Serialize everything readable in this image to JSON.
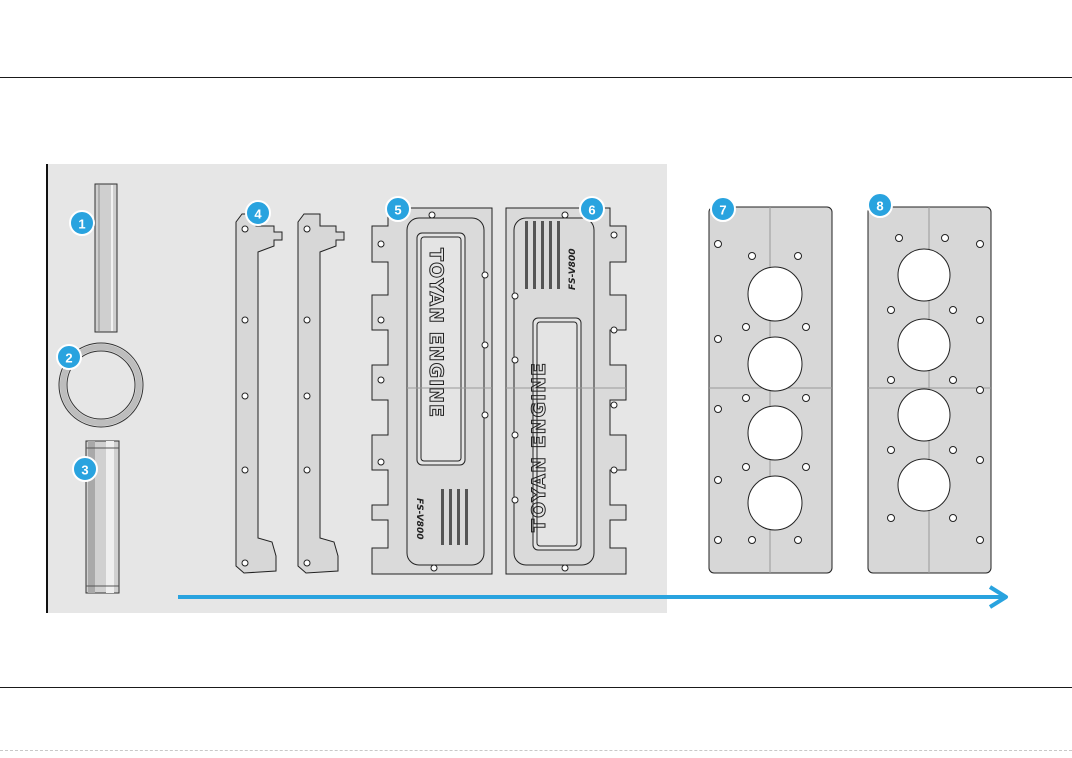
{
  "colors": {
    "background": "#ffffff",
    "panel": "#e6e6e6",
    "part": "#d7d7d7",
    "outline": "#222222",
    "accent_blue": "#29a3df",
    "badge_border": "#ffffff"
  },
  "icons": {
    "arrow": "right-arrow-icon",
    "badge": "numbered-circle-badge"
  },
  "parts": [
    {
      "label": "1",
      "name": "slim rod"
    },
    {
      "label": "2",
      "name": "ring gasket"
    },
    {
      "label": "3",
      "name": "thick rod"
    },
    {
      "label": "4",
      "name": "side rails"
    },
    {
      "label": "5",
      "name": "cover plate left"
    },
    {
      "label": "6",
      "name": "cover plate right"
    },
    {
      "label": "7",
      "name": "head gasket A"
    },
    {
      "label": "8",
      "name": "head gasket B"
    }
  ],
  "cover": {
    "logo": "TOYAN ENGINE",
    "model": "FS-V800"
  }
}
